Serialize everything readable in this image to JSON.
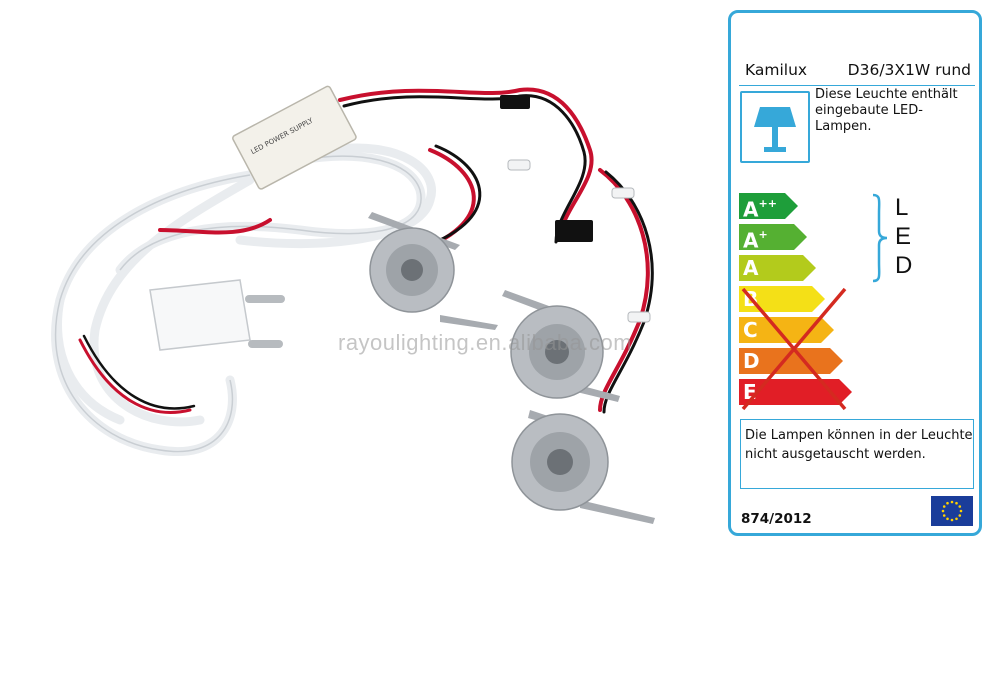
{
  "product_photo": {
    "description_icon": "led-downlight-kit-photo",
    "watermark": "rayoulighting.en.alibaba.com",
    "power_supply_text": "LED POWER SUPPLY"
  },
  "energy_label": {
    "brand": "Kamilux",
    "model": "D36/3X1W rund",
    "contains_text": "Diese Leuchte enthält eingebaute LED-Lampen.",
    "lamp_icon": "lamp-icon",
    "classes": [
      {
        "label": "A",
        "sup": "++",
        "color": "#1e9e3a"
      },
      {
        "label": "A",
        "sup": "+",
        "color": "#55b032"
      },
      {
        "label": "A",
        "sup": "",
        "color": "#b3cb1c"
      },
      {
        "label": "B",
        "sup": "",
        "color": "#f4e017"
      },
      {
        "label": "C",
        "sup": "",
        "color": "#f5b414"
      },
      {
        "label": "D",
        "sup": "",
        "color": "#e9731d"
      },
      {
        "label": "E",
        "sup": "",
        "color": "#e11e26"
      }
    ],
    "compatible_letters": [
      "L",
      "E",
      "D"
    ],
    "accent_color": "#36a8d9",
    "cross_color": "#d42a20",
    "note": "Die Lampen können in der Leuchte nicht ausgetauscht werden.",
    "regulation": "874/2012",
    "flag_icon": "eu-flag-icon"
  }
}
